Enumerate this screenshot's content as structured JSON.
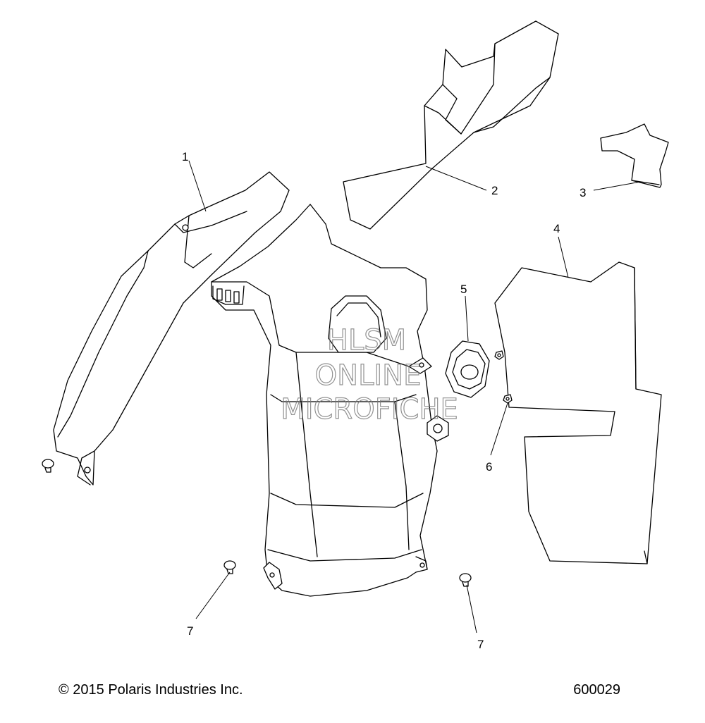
{
  "callouts": {
    "c1": "1",
    "c2": "2",
    "c3": "3",
    "c4": "4",
    "c5": "5",
    "c6": "6",
    "c7a": "7",
    "c7b": "7"
  },
  "watermark": {
    "line1": "HLSM",
    "line2": "ONLINE",
    "line3": "MICROFICHE"
  },
  "footer": {
    "copyright": "© 2015 Polaris Industries Inc.",
    "diagram_number": "600029"
  }
}
